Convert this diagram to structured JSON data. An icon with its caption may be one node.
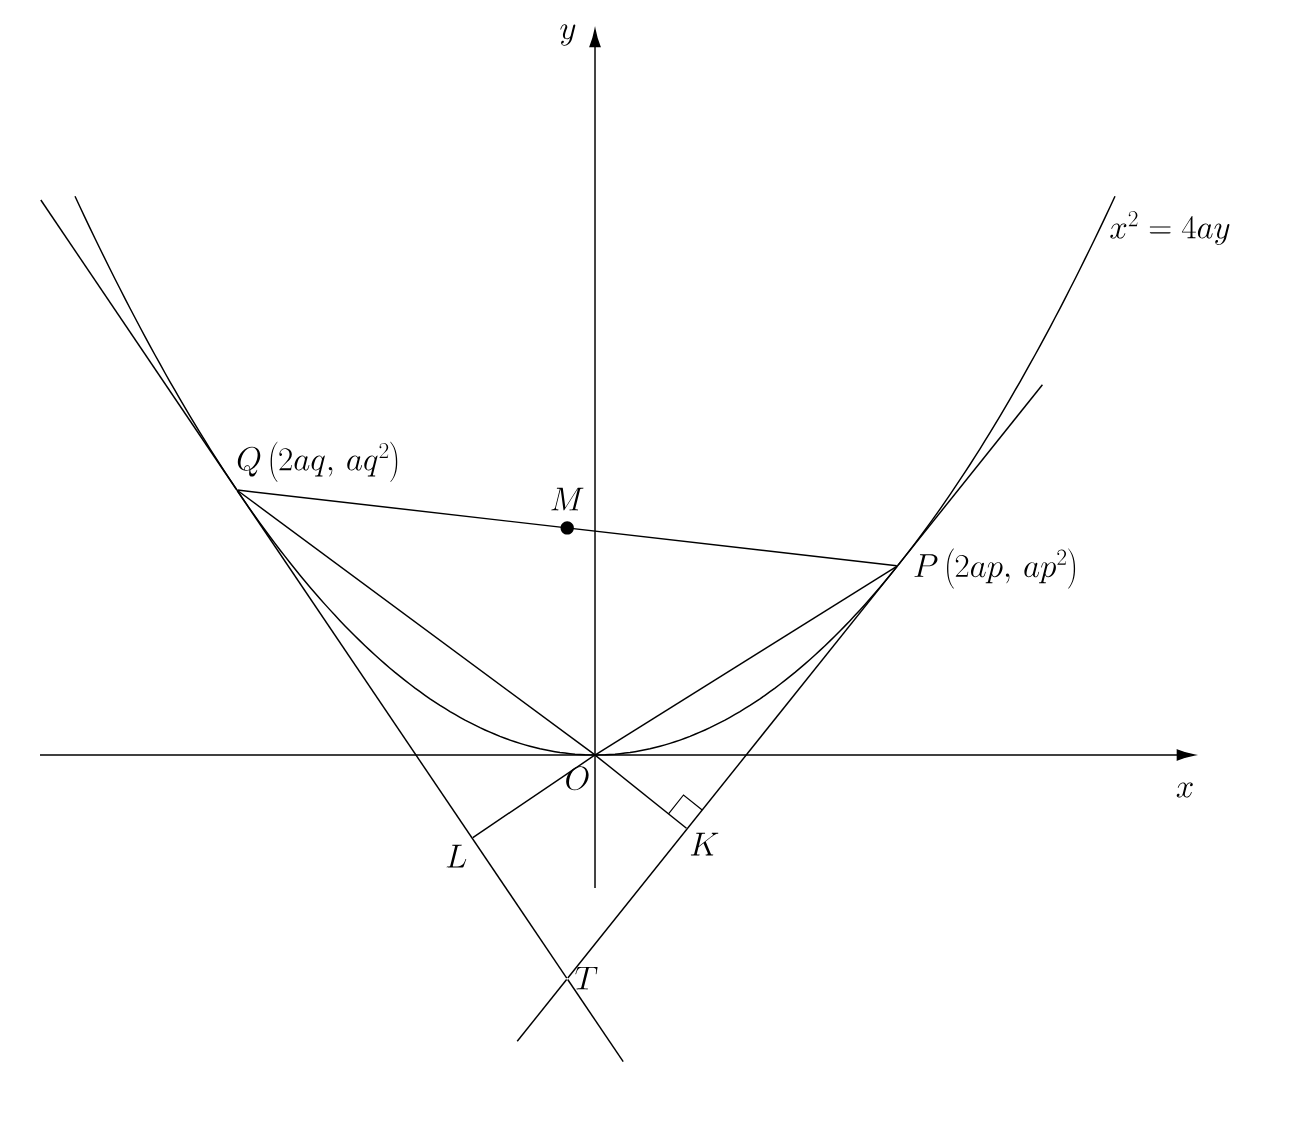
{
  "diagram": {
    "nodes": [
      {
        "text": [
          "Q\\left(2aq,\\, aq^{2}\\right)"
        ]
      },
      {
        "text": [
          "M"
        ]
      },
      {
        "text": [
          "P\\left(2ap,\\, ap^{2}\\right)"
        ]
      },
      {
        "text": [
          "O"
        ]
      },
      {
        "text": [
          "L"
        ]
      },
      {
        "text": [
          "K"
        ]
      },
      {
        "text": [
          "T"
        ]
      }
    ],
    "edges": [
      {
        "from": 0,
        "to": 2,
        "arrow": "none"
      },
      {
        "from": 0,
        "to": 3,
        "arrow": "none"
      },
      {
        "from": 3,
        "to": 2,
        "arrow": "none"
      },
      {
        "from": 3,
        "to": 4,
        "arrow": "none"
      },
      {
        "from": 3,
        "to": 5,
        "arrow": "none"
      },
      {
        "from": 0,
        "to": 6,
        "arrow": "none"
      },
      {
        "from": 2,
        "to": 6,
        "arrow": "none"
      }
    ],
    "labels": [
      "x^{2} = 4ay",
      "x",
      "y"
    ]
  }
}
